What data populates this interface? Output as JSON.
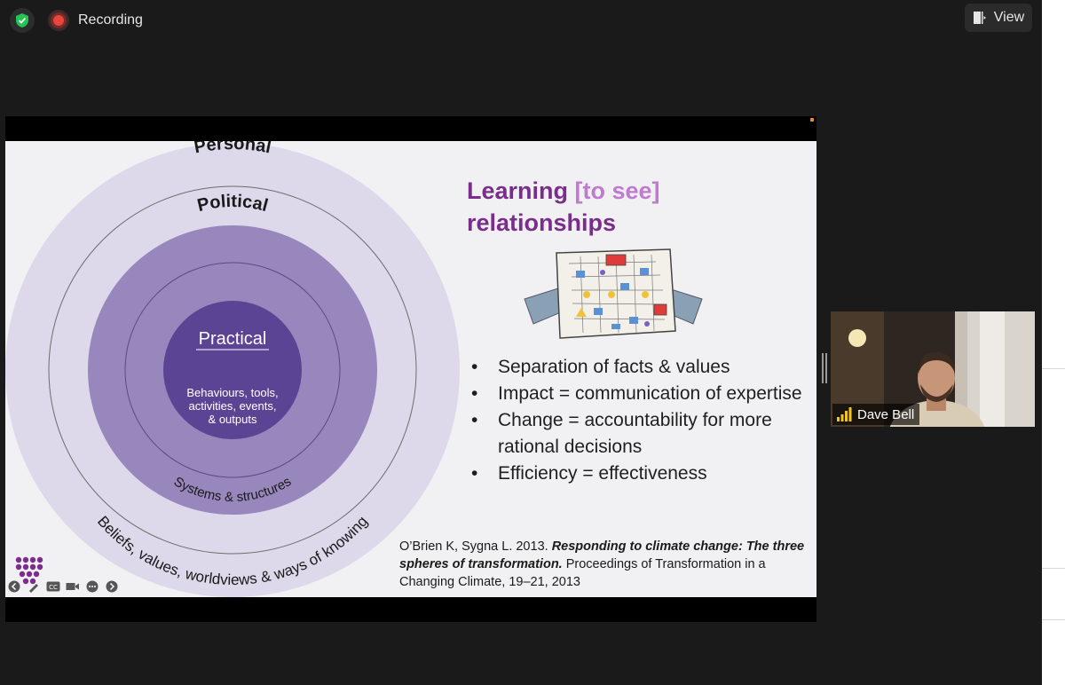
{
  "top_bar": {
    "security_icon": "shield-check-icon",
    "recording_label": "Recording",
    "view_label": "View",
    "view_icon": "view-layout-icon"
  },
  "slide": {
    "title_part1": "Learning ",
    "title_bracket": "[to see]",
    "title_part2": "relationships",
    "rings": {
      "outer": "Personal",
      "middle": "Political",
      "inner": "Practical",
      "inner_desc": [
        "Behaviours, tools,",
        "activities, events,",
        "& outputs"
      ],
      "middle_arc": "Systems & structures",
      "outer_arc": "Beliefs, values, worldviews & ways of knowing"
    },
    "bullets": [
      "Separation of facts & values",
      "Impact = communication of expertise",
      "Change = accountability for more rational decisions",
      "Efficiency = effectiveness"
    ],
    "citation": {
      "authors": "O’Brien K, Sygna L. 2013.",
      "title": "Responding to climate change: The three spheres of transformation.",
      "source": "Proceedings of Transformation in a Changing Climate, 19–21, 2013"
    },
    "colors": {
      "outer_ring": "#ddd8ea",
      "middle_ring": "#9887bd",
      "inner_ring": "#5c4494",
      "title": "#7b2d8c",
      "title_bracket": "#c07ad0"
    }
  },
  "participant": {
    "name": "Dave Bell",
    "signal_icon": "signal-bars-icon"
  }
}
